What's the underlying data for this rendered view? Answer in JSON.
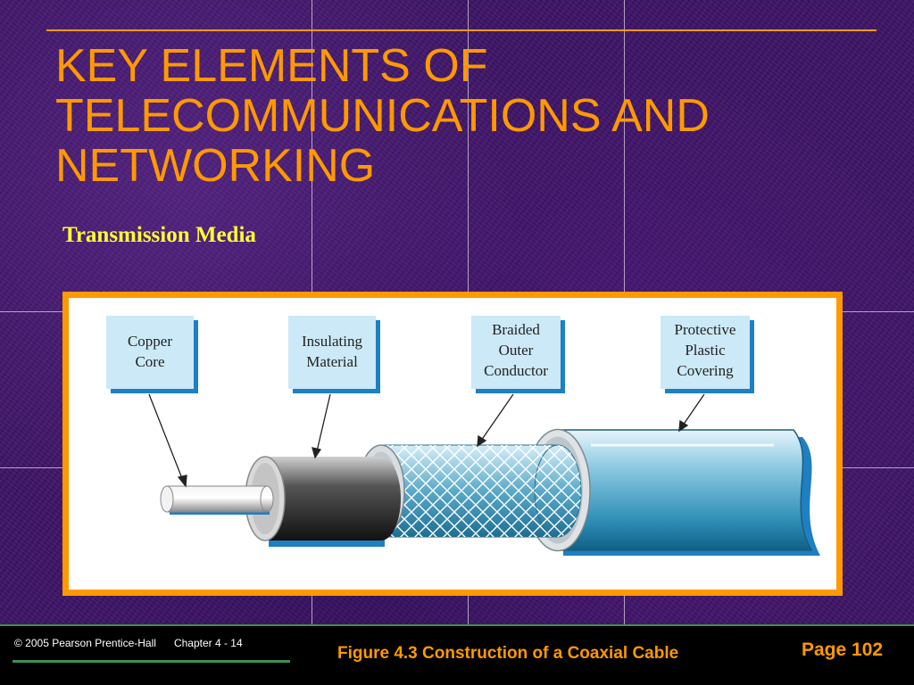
{
  "slide": {
    "title_lines": [
      "KEY ELEMENTS OF",
      "TELECOMMUNICATIONS AND",
      "NETWORKING"
    ],
    "subtitle": "Transmission Media"
  },
  "figure": {
    "labels": [
      {
        "lines": [
          "Copper",
          "Core"
        ]
      },
      {
        "lines": [
          "Insulating",
          "Material"
        ]
      },
      {
        "lines": [
          "Braided",
          "Outer",
          "Conductor"
        ]
      },
      {
        "lines": [
          "Protective",
          "Plastic",
          "Covering"
        ]
      }
    ]
  },
  "footer": {
    "copyright": "© 2005  Pearson Prentice-Hall",
    "chapter": "Chapter 4 - 14",
    "caption": "Figure 4.3   Construction of a Coaxial Cable",
    "page": "Page 102"
  },
  "colors": {
    "background": "#3d1466",
    "title": "#ff9900",
    "subtitle": "#ffff33",
    "frame": "#ff9900",
    "label_box": "#cce9f7",
    "label_shadow": "#1e7fc2"
  }
}
